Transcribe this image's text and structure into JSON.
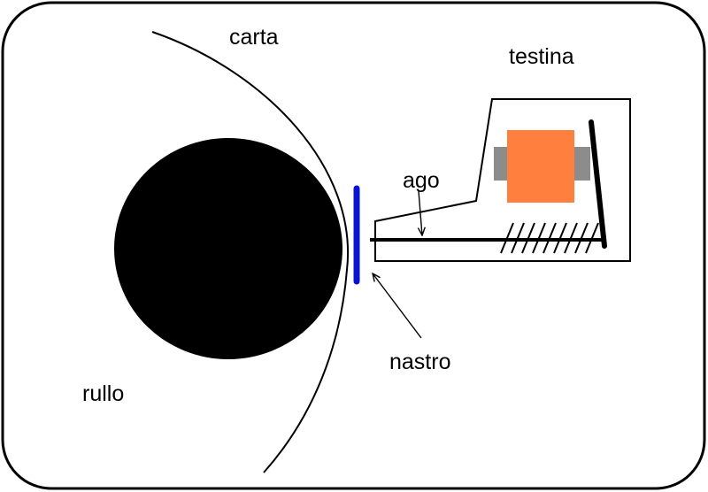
{
  "labels": {
    "carta": "carta",
    "testina": "testina",
    "ago": "ago",
    "nastro": "nastro",
    "rullo": "rullo"
  },
  "colors": {
    "background": "#ffffff",
    "frame": "#000000",
    "roller": "#000000",
    "ribbon": "#0a14d0",
    "coil": "#ff7f3f",
    "pole": "#8c8c8c",
    "line": "#000000"
  }
}
